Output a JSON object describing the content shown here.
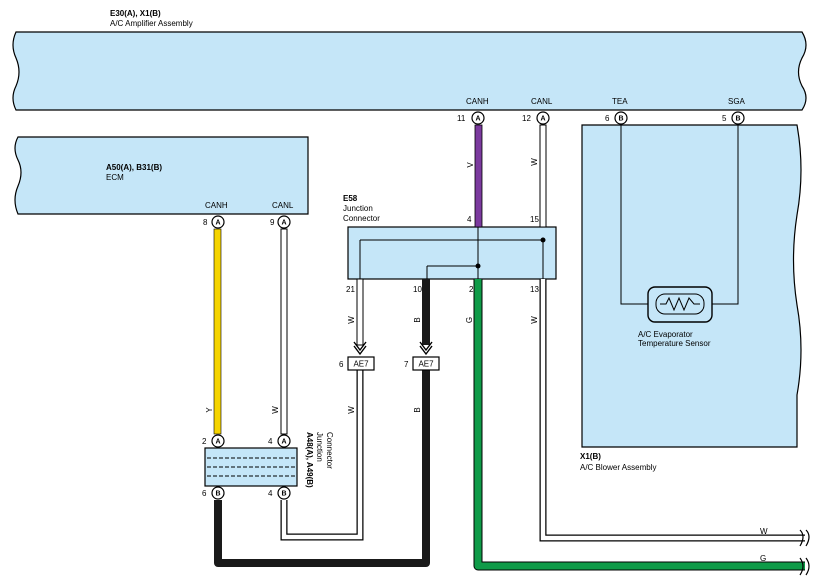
{
  "components": {
    "ac_amplifier": {
      "code": "E30(A), X1(B)",
      "name": "A/C Amplifier Assembly"
    },
    "ecm": {
      "code": "A50(A), B31(B)",
      "name": "ECM"
    },
    "e58": {
      "code": "E58",
      "name_line1": "Junction",
      "name_line2": "Connector"
    },
    "a48": {
      "code": "A48(A), A49(B)",
      "name_line1": "Junction",
      "name_line2": "Connector"
    },
    "blower": {
      "code": "X1(B)",
      "name": "A/C Blower Assembly"
    },
    "sensor": {
      "name_line1": "A/C Evaporator",
      "name_line2": "Temperature Sensor"
    }
  },
  "terminals": {
    "amp_canh": {
      "label": "CANH",
      "pin": "11",
      "conn": "A"
    },
    "amp_canl": {
      "label": "CANL",
      "pin": "12",
      "conn": "A"
    },
    "amp_tea": {
      "label": "TEA",
      "pin": "6",
      "conn": "B"
    },
    "amp_sga": {
      "label": "SGA",
      "pin": "5",
      "conn": "B"
    },
    "ecm_canh": {
      "label": "CANH",
      "pin": "8",
      "conn": "A"
    },
    "ecm_canl": {
      "label": "CANL",
      "pin": "9",
      "conn": "A"
    },
    "e58_4": "4",
    "e58_15": "15",
    "e58_21": "21",
    "e58_10": "10",
    "e58_2": "2",
    "e58_13": "13",
    "a48_top_left": {
      "pin": "2",
      "conn": "A"
    },
    "a48_top_right": {
      "pin": "4",
      "conn": "A"
    },
    "a48_bot_left": {
      "pin": "6",
      "conn": "B"
    },
    "a48_bot_right": {
      "pin": "4",
      "conn": "B"
    }
  },
  "connectors": {
    "ae7_left": {
      "pin": "6",
      "label": "AE7"
    },
    "ae7_right": {
      "pin": "7",
      "label": "AE7"
    }
  },
  "wire_colors": {
    "violet": "V",
    "white": "W",
    "yellow": "Y",
    "black": "B",
    "green": "G"
  },
  "colors": {
    "box_fill": "#c5e6f8",
    "yellow": "#f5d400",
    "violet": "#7b3a9e",
    "green": "#0f9b48",
    "black": "#1a1a1a",
    "white_wire": "#ffffff"
  }
}
